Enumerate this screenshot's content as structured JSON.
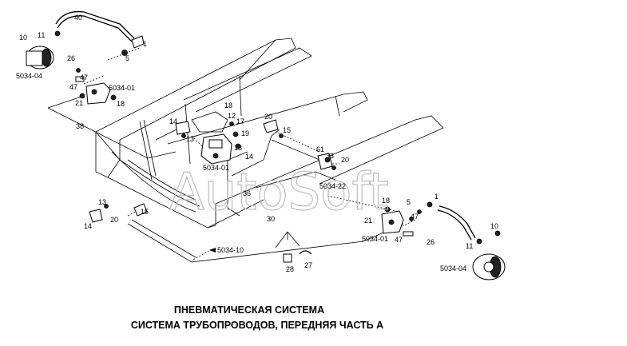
{
  "title_line1": "ПНЕВМАТИЧЕСКАЯ СИСТЕМА",
  "title_line2": "СИСТЕМА ТРУБОПРОВОДОВ, ПЕРЕДНЯЯ ЧАСТЬ А",
  "watermark": "AutoSoft",
  "refs": {
    "chamber_left": "5034-04",
    "valve_left": "5034-01",
    "center_unit": "5034-01",
    "right_block": "5034-22",
    "valve_right": "5034-01",
    "chamber_right": "5034-04",
    "pipe_bottom": "5034-10"
  },
  "part_numbers": {
    "p40": "40",
    "p10a": "10",
    "p11a": "11",
    "p1a": "1",
    "p5a": "5",
    "p26a": "26",
    "p47a": "47",
    "p21a": "21",
    "p18a": "18",
    "p38a": "38",
    "p18b": "18",
    "p12": "12",
    "p17": "17",
    "p14a": "14",
    "p13a": "13",
    "p19": "19",
    "p20a": "20",
    "p15a": "15",
    "p13b": "13",
    "p14b": "14",
    "p61": "61",
    "p33": "33",
    "p20b": "20",
    "p36": "36",
    "p1b": "1",
    "p13c": "13",
    "p15b": "15",
    "p14c": "14",
    "p20c": "20",
    "p30": "30",
    "p18c": "18",
    "p5b": "5",
    "p21b": "21",
    "p47b": "47",
    "p26b": "26",
    "p10b": "10",
    "p11b": "11",
    "p28": "28",
    "p27": "27"
  }
}
